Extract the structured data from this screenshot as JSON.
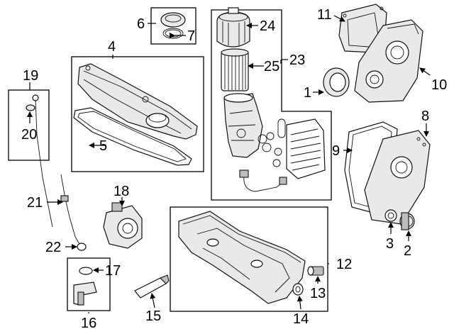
{
  "callouts": {
    "c1": "1",
    "c2": "2",
    "c3": "3",
    "c4": "4",
    "c5": "5",
    "c6": "6",
    "c7": "7",
    "c8": "8",
    "c9": "9",
    "c10": "10",
    "c11": "11",
    "c12": "12",
    "c13": "13",
    "c14": "14",
    "c15": "15",
    "c16": "16",
    "c17": "17",
    "c18": "18",
    "c19": "19",
    "c20": "20",
    "c21": "21",
    "c22": "22",
    "c23": "23",
    "c24": "24",
    "c25": "25"
  },
  "colors": {
    "line": "#111111",
    "shade": "#e9e9e9",
    "dark": "#bdbdbd"
  }
}
